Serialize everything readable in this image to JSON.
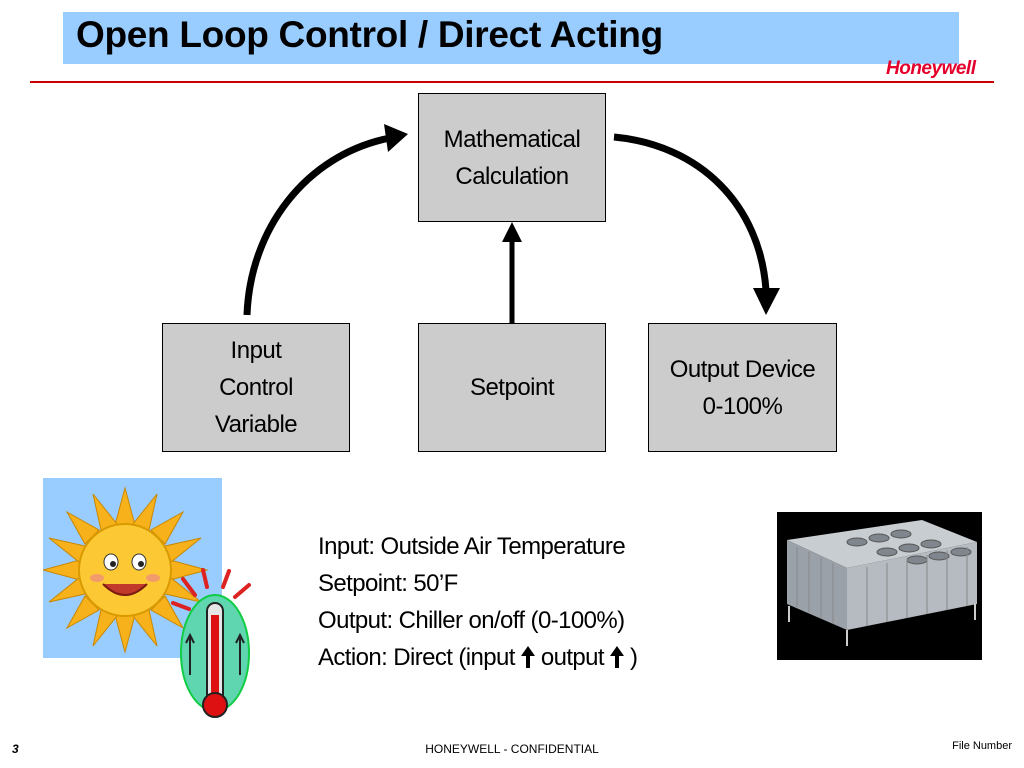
{
  "header": {
    "title": "Open Loop Control / Direct Acting",
    "logo_text": "Honeywell"
  },
  "diagram": {
    "boxes": {
      "math": [
        "Mathematical",
        "Calculation"
      ],
      "input": [
        "Input",
        "Control",
        "Variable"
      ],
      "setpoint": [
        "Setpoint"
      ],
      "output": [
        "Output Device",
        "0-100%"
      ]
    }
  },
  "info": {
    "input_line": "Input: Outside Air Temperature",
    "setpoint_line": "Setpoint: 50’F",
    "output_line": "Output: Chiller on/off (0-100%)",
    "action_prefix": "Action: Direct (input",
    "action_mid": "output",
    "action_suffix": ")"
  },
  "footer": {
    "page_number": "3",
    "confidential": "HONEYWELL - CONFIDENTIAL",
    "file_number": "File Number"
  },
  "colors": {
    "title_bg": "#99ccff",
    "rule": "#cc0000",
    "logo": "#e4002b",
    "box_fill": "#cccccc"
  },
  "icons": [
    "sun-image",
    "thermometer-image",
    "chiller-unit-image"
  ]
}
